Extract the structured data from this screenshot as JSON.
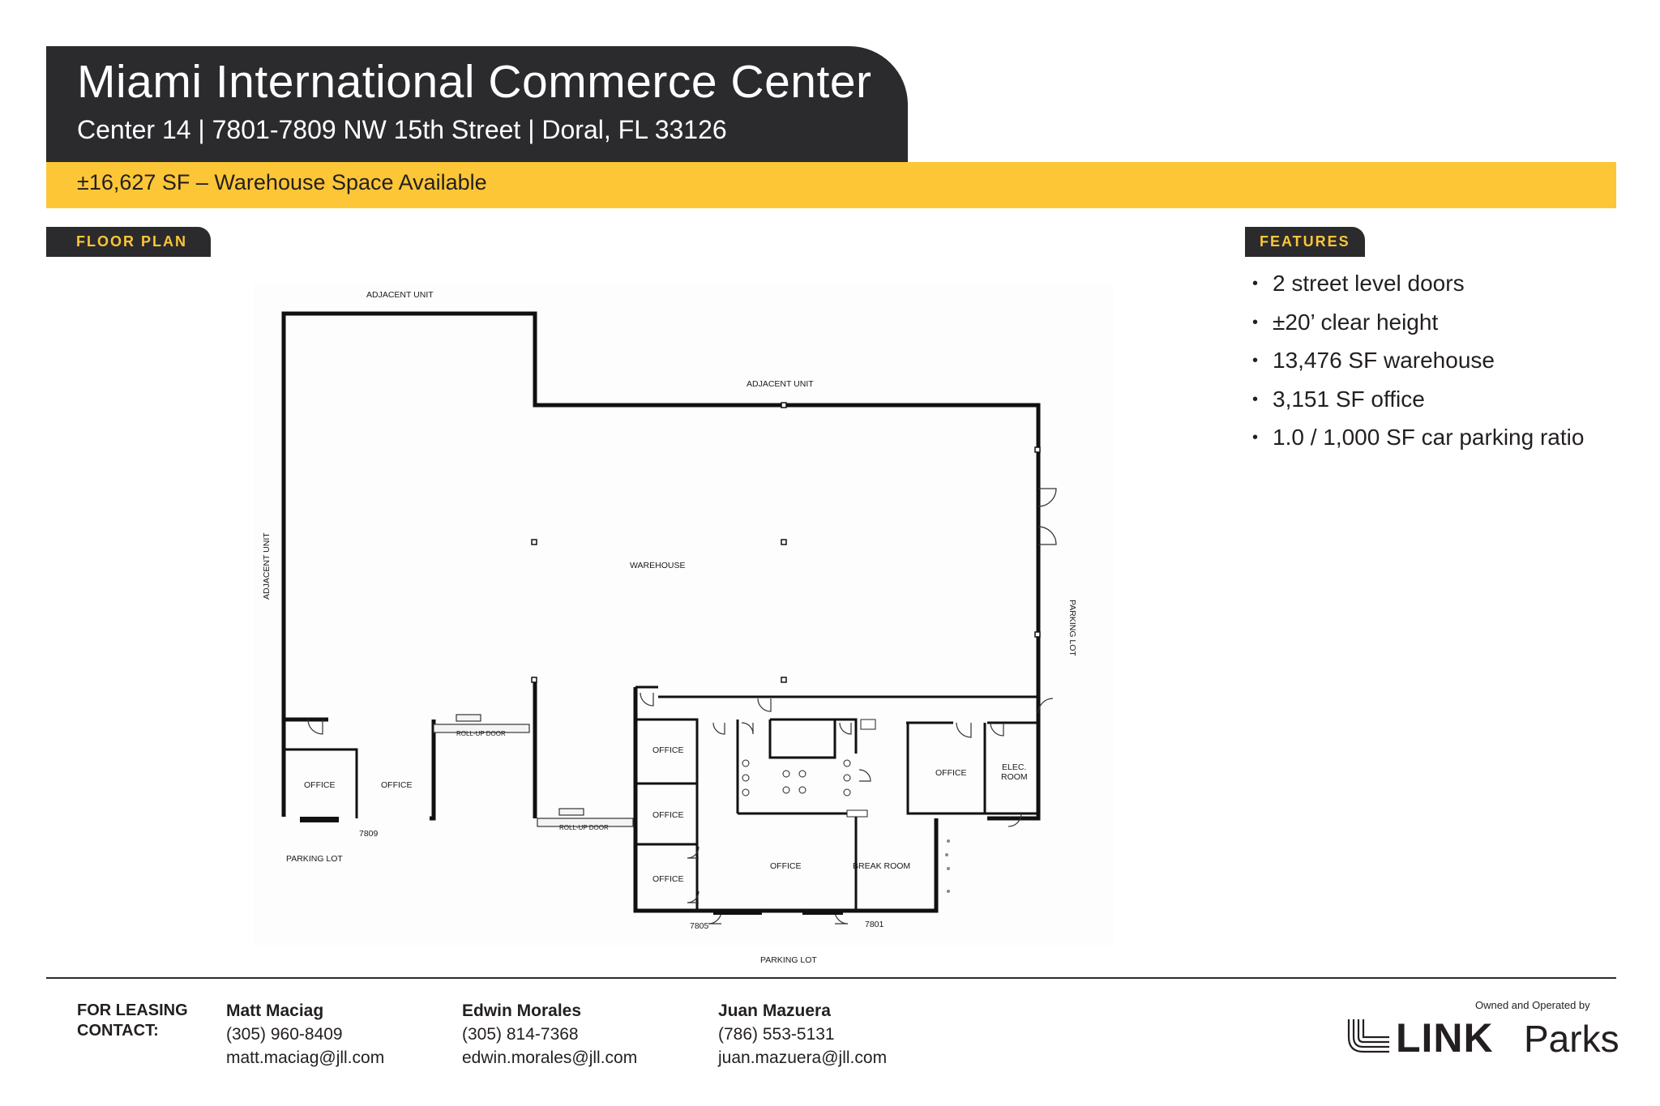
{
  "header": {
    "title": "Miami International Commerce Center",
    "subtitle": "Center 14 | 7801-7809 NW 15th Street | Doral, FL 33126",
    "banner": "±16,627 SF  – Warehouse Space Available"
  },
  "sections": {
    "floor_plan_label": "FLOOR PLAN",
    "features_label": "FEATURES"
  },
  "features": [
    "2 street level doors",
    "±20’ clear height",
    "13,476 SF warehouse",
    "3,151 SF office",
    "1.0 / 1,000 SF car parking ratio"
  ],
  "floor_plan": {
    "adjacent_top": "ADJACENT UNIT",
    "adjacent_mid": "ADJACENT UNIT",
    "adjacent_left": "ADJACENT UNIT",
    "warehouse": "WAREHOUSE",
    "parking_right": "PARKING LOT",
    "parking_left": "PARKING LOT",
    "parking_bottom": "PARKING LOT",
    "rollup_door_1": "ROLL-UP DOOR",
    "rollup_door_2": "ROLL-UP DOOR",
    "office_a": "OFFICE",
    "office_b": "OFFICE",
    "office_c": "OFFICE",
    "office_d": "OFFICE",
    "office_e": "OFFICE",
    "office_f": "OFFICE",
    "office_g": "OFFICE",
    "elec_room_1": "ELEC.",
    "elec_room_2": "ROOM",
    "break_room": "BREAK ROOM",
    "unit_7809": "7809",
    "unit_7805": "7805",
    "unit_7801": "7801"
  },
  "leasing": {
    "label": "FOR LEASING CONTACT:",
    "contacts": [
      {
        "name": "Matt Maciag",
        "phone": "(305) 960-8409",
        "email": "matt.maciag@jll.com"
      },
      {
        "name": "Edwin Morales",
        "phone": "(305) 814-7368",
        "email": "edwin.morales@jll.com"
      },
      {
        "name": "Juan Mazuera",
        "phone": "(786) 553-5131",
        "email": "juan.mazuera@jll.com"
      }
    ]
  },
  "brand": {
    "owned_by": "Owned and Operated by",
    "logo_bold": "LINK",
    "logo_light": "Parks",
    "logo_icon": "link-parks-lines-icon"
  },
  "colors": {
    "dark": "#2b2a2d",
    "accent_yellow": "#fcc637",
    "text": "#231f20"
  }
}
